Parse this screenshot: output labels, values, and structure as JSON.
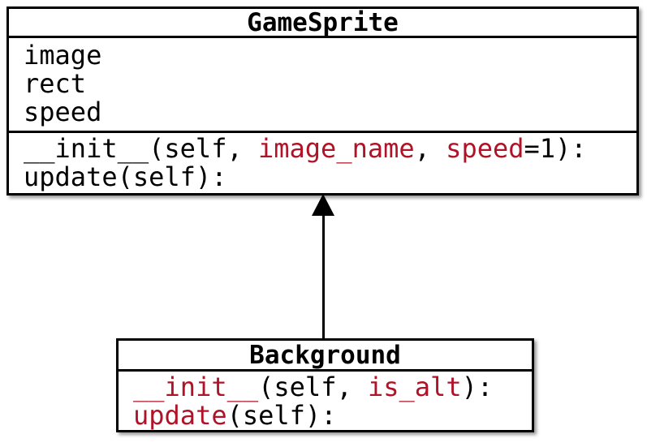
{
  "diagram": {
    "type": "uml-class-diagram",
    "colors": {
      "background": "#ffffff",
      "border": "#000000",
      "text": "#000000",
      "highlight_red": "#b01328"
    },
    "classes": [
      {
        "name": "GameSprite",
        "attributes": [
          "image",
          "rect",
          "speed"
        ],
        "methods": [
          {
            "segments": [
              {
                "text": "__init__(self, ",
                "color": "#000000"
              },
              {
                "text": "image_name",
                "color": "#b01328"
              },
              {
                "text": ", ",
                "color": "#000000"
              },
              {
                "text": "speed",
                "color": "#b01328"
              },
              {
                "text": "=1):",
                "color": "#000000"
              }
            ]
          },
          {
            "segments": [
              {
                "text": "update(self):",
                "color": "#000000"
              }
            ]
          }
        ]
      },
      {
        "name": "Background",
        "attributes": [],
        "methods": [
          {
            "segments": [
              {
                "text": "__init__",
                "color": "#b01328"
              },
              {
                "text": "(self, ",
                "color": "#000000"
              },
              {
                "text": "is_alt",
                "color": "#b01328"
              },
              {
                "text": "):",
                "color": "#000000"
              }
            ]
          },
          {
            "segments": [
              {
                "text": "update",
                "color": "#b01328"
              },
              {
                "text": "(self):",
                "color": "#000000"
              }
            ]
          }
        ]
      }
    ],
    "relationship": {
      "type": "inheritance",
      "from": "Background",
      "to": "GameSprite"
    }
  }
}
